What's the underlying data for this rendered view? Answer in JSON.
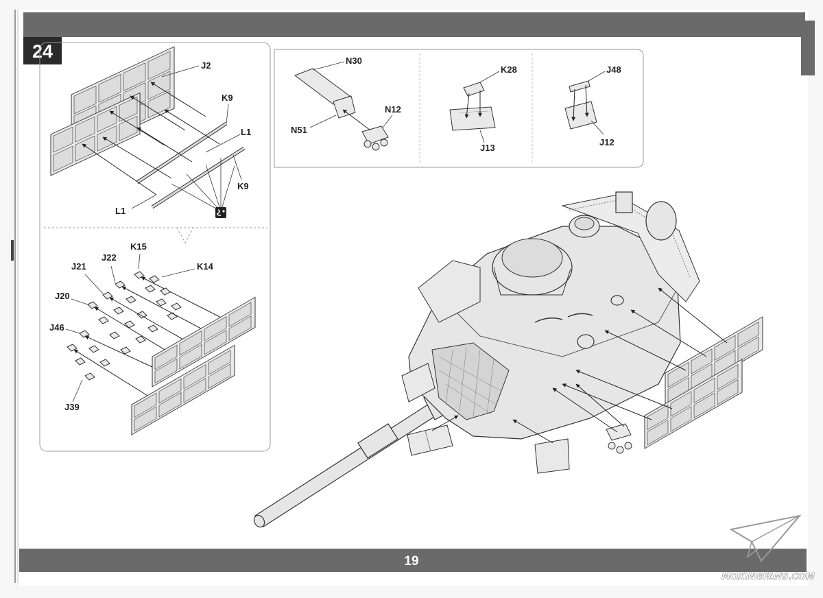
{
  "step": {
    "number": "24"
  },
  "page": {
    "number": "19"
  },
  "watermark": {
    "text": "MOXINGFANS.COM"
  },
  "glue_icon": {
    "name": "glue-symbol-icon"
  },
  "panel_a": {
    "labels": {
      "j2": "J2",
      "k9_top": "K9",
      "l1_right": "L1",
      "k9_bottom": "K9",
      "l1_left": "L1"
    }
  },
  "panel_b": {
    "labels": {
      "k15": "K15",
      "j22": "J22",
      "j21": "J21",
      "k14": "K14",
      "j20": "J20",
      "j46": "J46",
      "j39": "J39"
    }
  },
  "panel_c": {
    "labels": {
      "n30": "N30",
      "n12": "N12",
      "n51": "N51",
      "k28": "K28",
      "j13": "J13",
      "j48": "J48",
      "j12": "J12"
    }
  }
}
